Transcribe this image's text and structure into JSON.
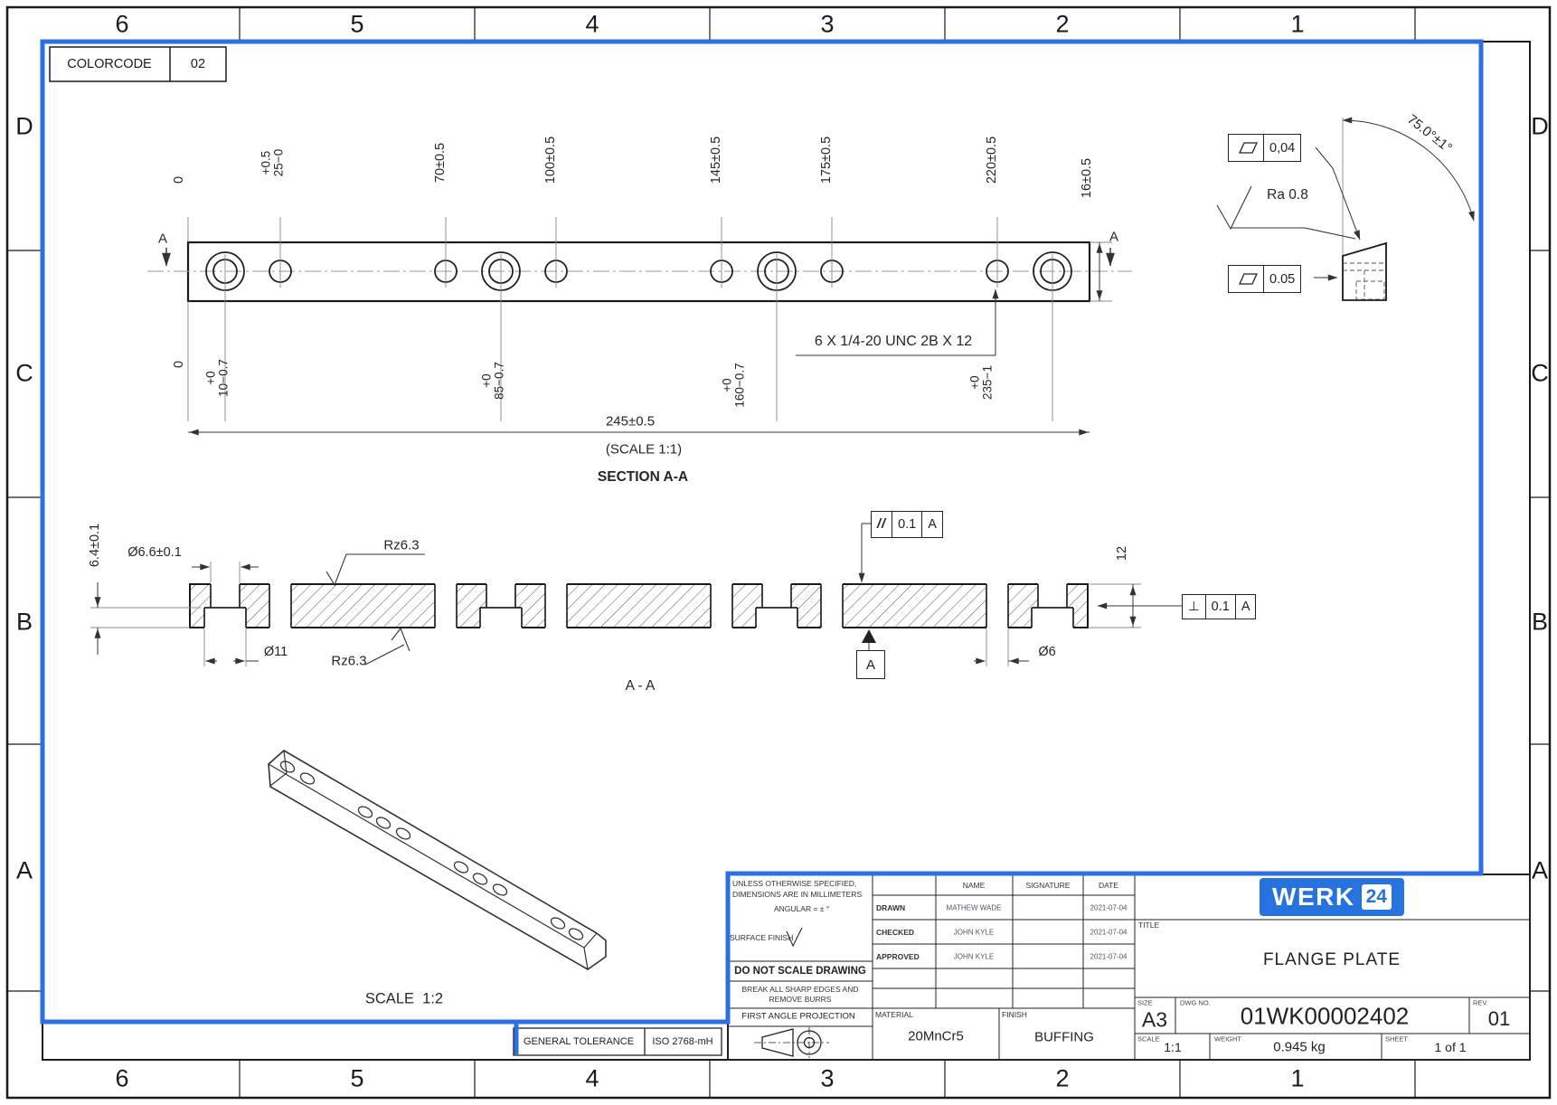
{
  "colors": {
    "highlight_blue": "#2b6fe2",
    "logo_blue": "#2673e0"
  },
  "grid": {
    "cols": [
      "6",
      "5",
      "4",
      "3",
      "2",
      "1"
    ],
    "rows": [
      "D",
      "C",
      "B",
      "A"
    ]
  },
  "colorcode": {
    "label": "COLORCODE",
    "value": "02"
  },
  "top_view": {
    "cut_label": "A",
    "dims_top": [
      {
        "text": "0"
      },
      {
        "lines": [
          "+0.5",
          "25−0"
        ]
      },
      {
        "text": "70±0.5"
      },
      {
        "text": "100±0.5"
      },
      {
        "text": "145±0.5"
      },
      {
        "text": "175±0.5"
      },
      {
        "text": "220±0.5"
      },
      {
        "text": "16±0.5"
      }
    ],
    "dims_bottom": [
      {
        "text": "0"
      },
      {
        "lines": [
          "+0",
          "10−0.7"
        ]
      },
      {
        "lines": [
          "+0",
          "85−0.7"
        ]
      },
      {
        "lines": [
          "+0",
          "160−0.7"
        ]
      },
      {
        "lines": [
          "+0",
          "235−1"
        ]
      }
    ],
    "thread_callout": "6 X 1/4-20 UNC 2B X 12",
    "overall_dim": "245±0.5",
    "scale_note": "(SCALE 1:1)",
    "section_title": "SECTION A-A"
  },
  "detail_view": {
    "flatness_top": "0,04",
    "flatness_bottom": "0.05",
    "roughness": "Ra 0.8",
    "angle": "75.0°±1°"
  },
  "section_view": {
    "counterbore_depth": "6.4±0.1",
    "hole_dia": "Ø6.6±0.1",
    "rz_top": "Rz6.3",
    "rz_bottom": "Rz6.3",
    "counterbore_dia": "Ø11",
    "small_hole_dia": "Ø6",
    "thickness": "12",
    "parallelism": {
      "symbol": "//",
      "tolerance": "0.1",
      "datum": "A"
    },
    "perpendicularity": {
      "symbol": "⊥",
      "tolerance": "0.1",
      "datum": "A"
    },
    "datum_label": "A",
    "view_label": "A - A"
  },
  "iso_view": {
    "scale_note": "SCALE  1:2"
  },
  "general_tolerance": {
    "label": "GENERAL TOLERANCE",
    "value": "ISO 2768-mH"
  },
  "title_block": {
    "notes": {
      "line1": "UNLESS OTHERWISE SPECIFIED,",
      "line2": "DIMENSIONS ARE IN MILLIMETERS",
      "angular": "ANGULAR = ± °",
      "surface_finish": "SURFACE FINISH",
      "do_not_scale": "DO NOT SCALE DRAWING",
      "break_edges_line1": "BREAK ALL SHARP EDGES AND",
      "break_edges_line2": "REMOVE BURRS",
      "projection": "FIRST ANGLE PROJECTION"
    },
    "approvals": {
      "col_name": "NAME",
      "col_signature": "SIGNATURE",
      "col_date": "DATE",
      "rows": [
        {
          "role": "DRAWN",
          "name": "MATHEW WADE",
          "date": "2021-07-04"
        },
        {
          "role": "CHECKED",
          "name": "JOHN KYLE",
          "date": "2021-07-04"
        },
        {
          "role": "APPROVED",
          "name": "JOHN KYLE",
          "date": "2021-07-04"
        }
      ]
    },
    "material_label": "MATERIAL",
    "material": "20MnCr5",
    "finish_label": "FINISH",
    "finish": "BUFFING",
    "logo": {
      "word": "WERK",
      "number": "24"
    },
    "title_label": "TITLE",
    "title": "FLANGE PLATE",
    "size_label": "SIZE",
    "size": "A3",
    "dwg_label": "DWG NO.",
    "dwg_no": "01WK00002402",
    "rev_label": "REV.",
    "rev": "01",
    "scale_label": "SCALE",
    "scale": "1:1",
    "weight_label": "WEIGHT",
    "weight": "0.945 kg",
    "sheet_label": "SHEET",
    "sheet": "1 of 1"
  }
}
